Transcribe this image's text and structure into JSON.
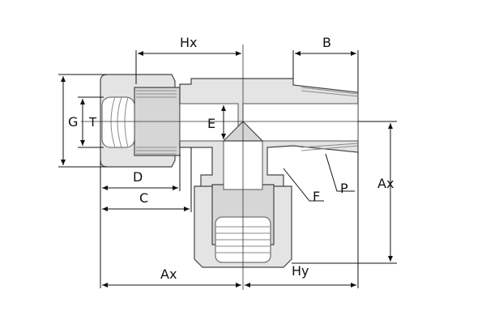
{
  "diagram": {
    "labels": {
      "hx": "Hx",
      "b": "B",
      "g": "G",
      "t": "T",
      "e": "E",
      "d": "D",
      "c": "C",
      "f": "F",
      "p": "P",
      "ax_right": "Ax",
      "ax_bottom": "Ax",
      "hy": "Hy"
    }
  }
}
